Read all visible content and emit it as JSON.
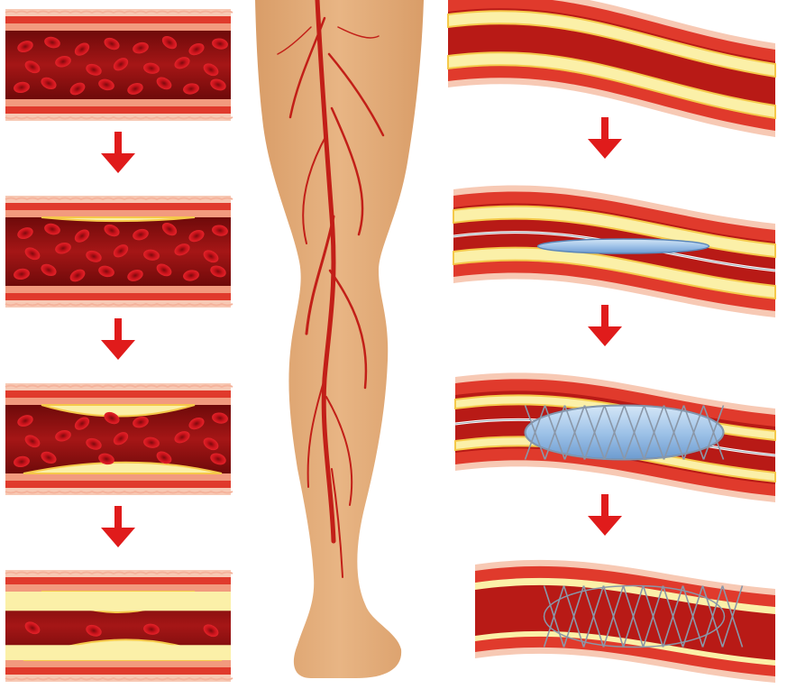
{
  "figure": {
    "subject": "artery-disease-and-stent-treatment",
    "left_column": {
      "panels": [
        {
          "stage": "healthy-artery",
          "plaque_level": 0.0
        },
        {
          "stage": "early-plaque",
          "plaque_level": 0.1
        },
        {
          "stage": "moderate-plaque",
          "plaque_level": 0.3
        },
        {
          "stage": "severe-plaque",
          "plaque_level": 0.55
        }
      ]
    },
    "center": {
      "depicts": "leg-with-arteries"
    },
    "right_column": {
      "panels": [
        {
          "stage": "narrowed-artery"
        },
        {
          "stage": "catheter-with-balloon-inserted"
        },
        {
          "stage": "balloon-inflated-stent-expanded"
        },
        {
          "stage": "stent-in-place"
        }
      ]
    },
    "colors": {
      "vessel_wall": "#e03a2c",
      "vessel_wall_light": "#f7c9b4",
      "vessel_lumen": "#8e1111",
      "blood_cell": "#c8131b",
      "plaque": "#fbf0a8",
      "plaque_edge": "#f5c94a",
      "arrow": "#e01b1b",
      "skin": "#e3ae7a",
      "artery_line": "#c21f18",
      "balloon": "#9fc3e8",
      "stent_mesh": "#8a97a8"
    }
  }
}
